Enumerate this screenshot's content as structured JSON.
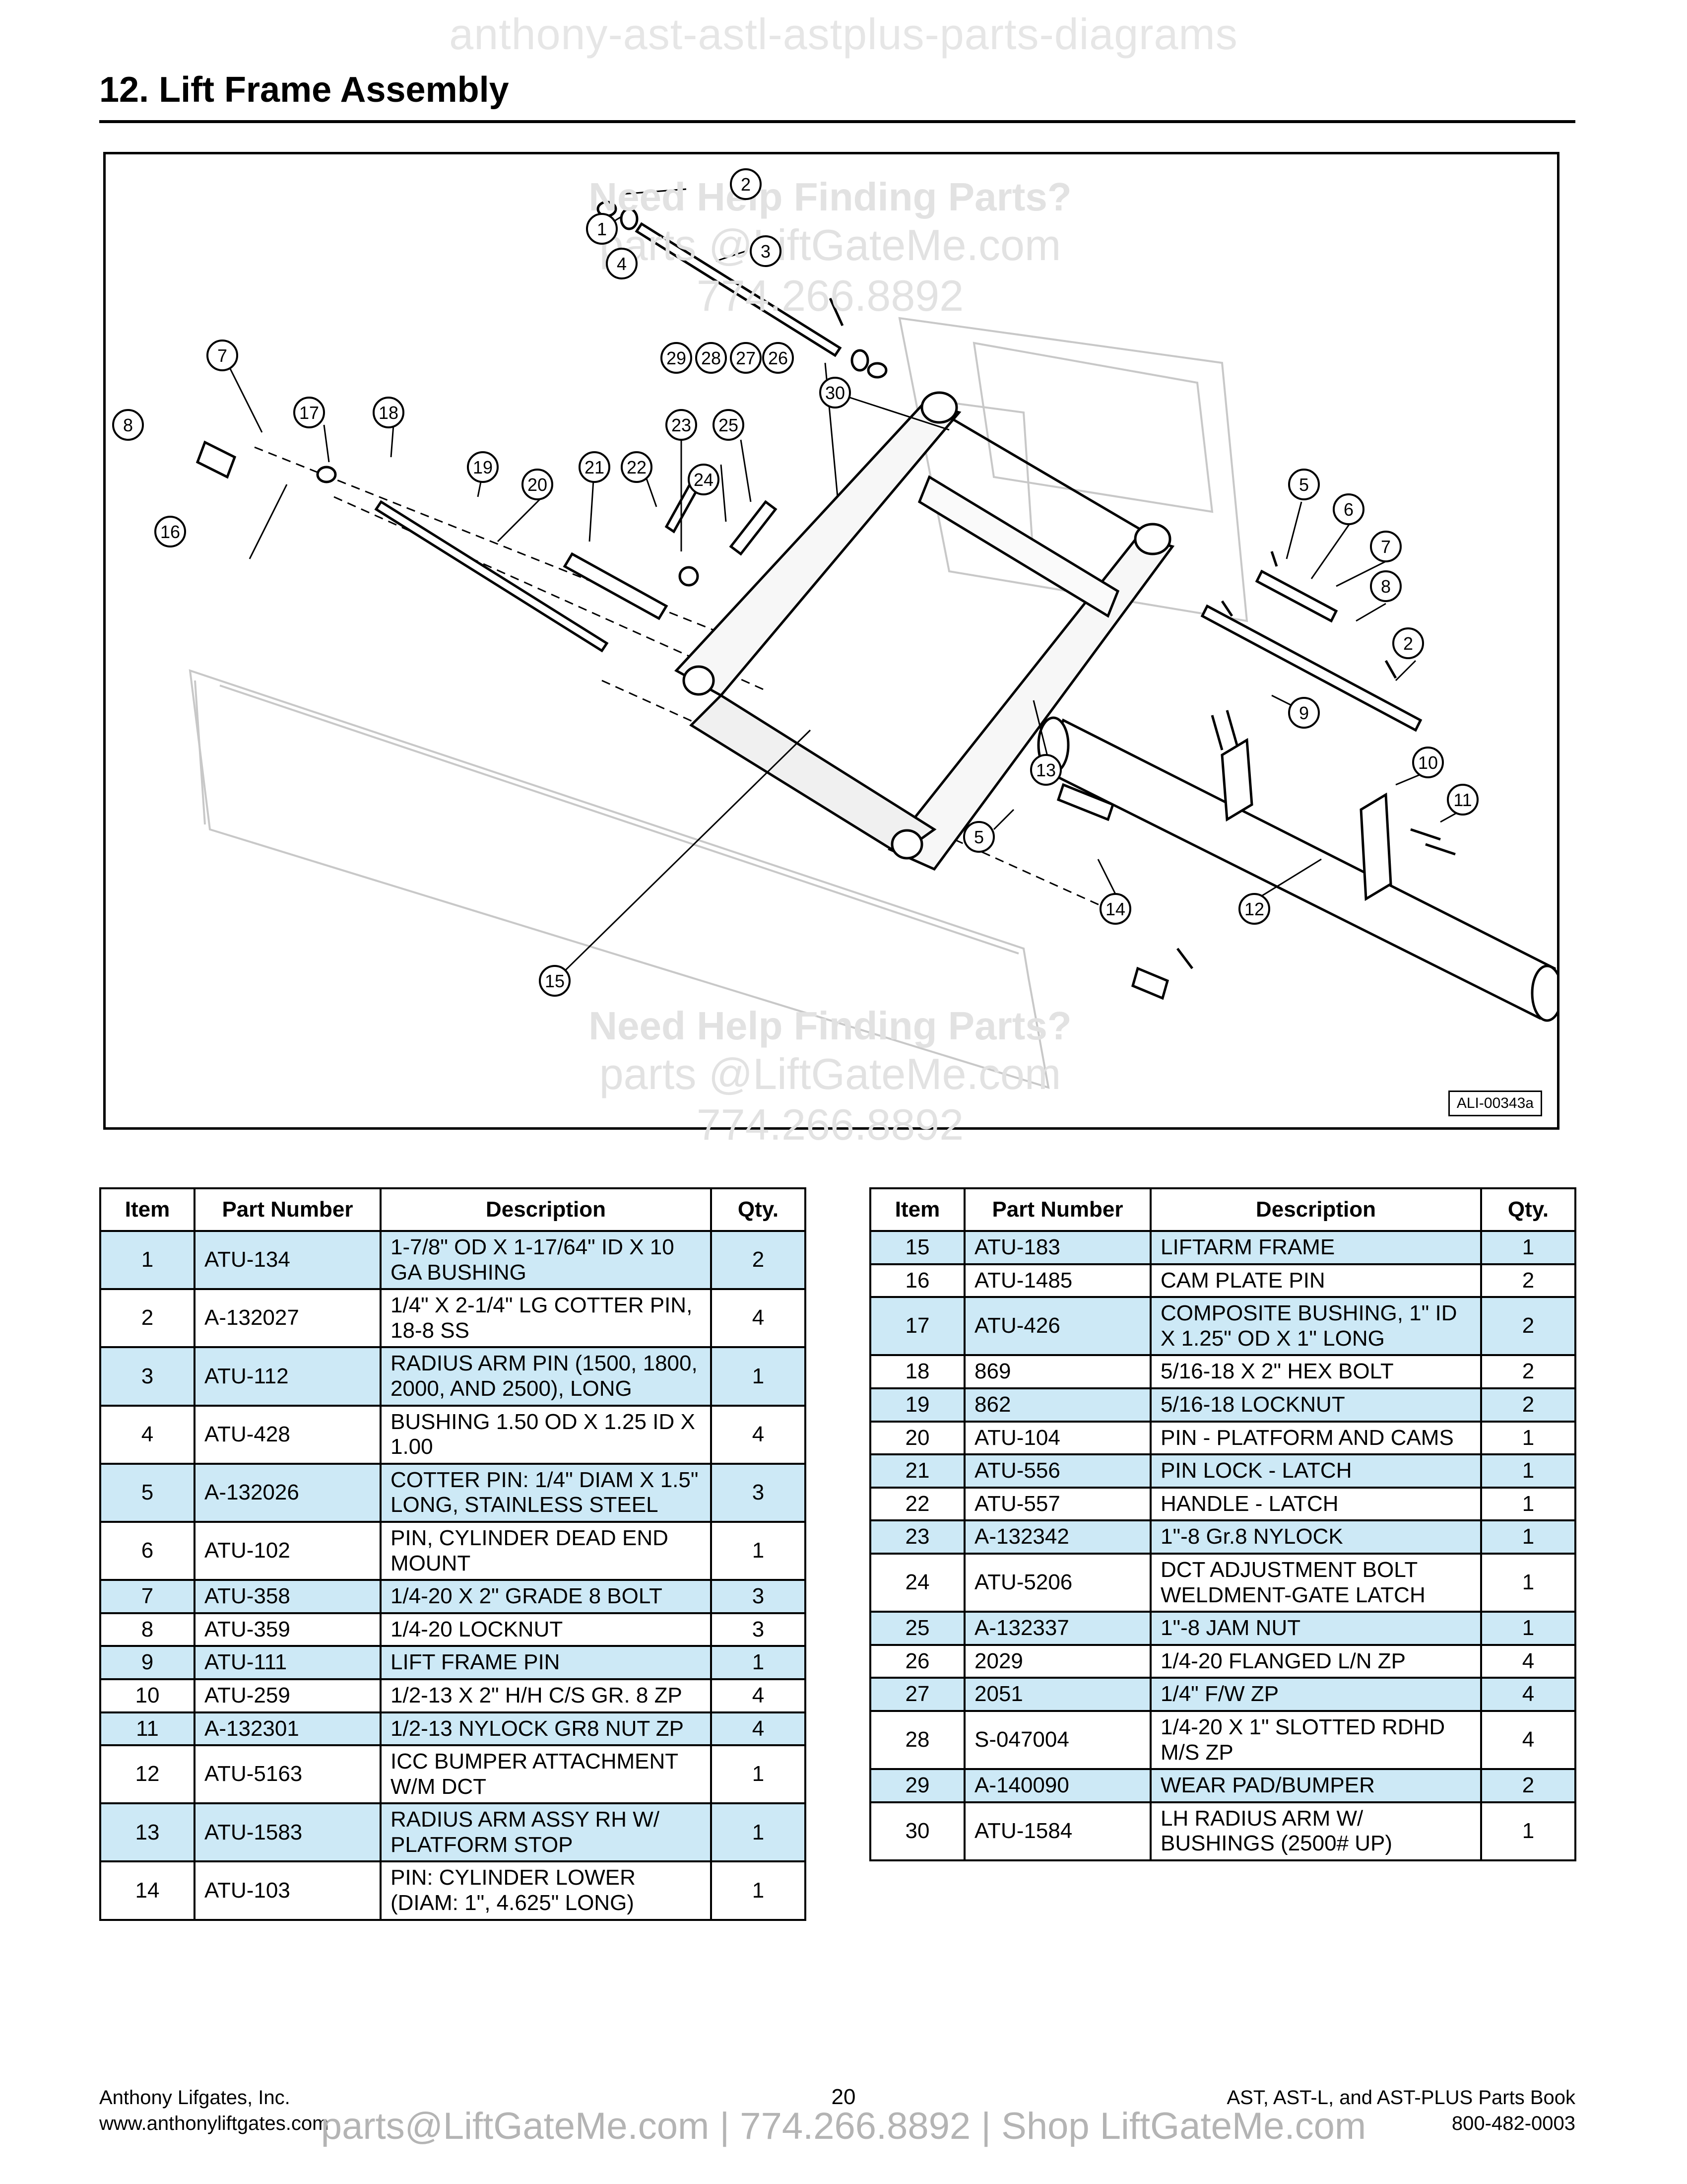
{
  "watermark_top": "anthony-ast-astl-astplus-parts-diagrams",
  "title": "12. Lift Frame Assembly",
  "diagram": {
    "id_label": "ALI-00343a",
    "watermark": {
      "line1": "Need Help Finding Parts?",
      "line2": "parts @LiftGateMe.com",
      "line3": "774.266.8892"
    },
    "callouts": [
      "1",
      "2",
      "3",
      "4",
      "7",
      "8",
      "16",
      "17",
      "18",
      "19",
      "20",
      "21",
      "22",
      "23",
      "24",
      "25",
      "29",
      "28",
      "27",
      "26",
      "30",
      "5",
      "6",
      "7",
      "8",
      "2",
      "9",
      "13",
      "10",
      "11",
      "5",
      "14",
      "12",
      "15"
    ]
  },
  "table_headers": {
    "item": "Item",
    "part": "Part Number",
    "desc": "Description",
    "qty": "Qty."
  },
  "left_table": [
    {
      "item": "1",
      "part": "ATU-134",
      "desc": "1-7/8\" OD X 1-17/64\" ID X 10 GA BUSHING",
      "qty": "2"
    },
    {
      "item": "2",
      "part": "A-132027",
      "desc": "1/4\" X 2-1/4\" LG COTTER PIN, 18-8 SS",
      "qty": "4"
    },
    {
      "item": "3",
      "part": "ATU-112",
      "desc": "RADIUS ARM PIN (1500, 1800, 2000, AND 2500), LONG",
      "qty": "1"
    },
    {
      "item": "4",
      "part": "ATU-428",
      "desc": "BUSHING 1.50 OD  X 1.25 ID X 1.00",
      "qty": "4"
    },
    {
      "item": "5",
      "part": "A-132026",
      "desc": "COTTER PIN: 1/4\" DIAM X 1.5\" LONG, STAINLESS STEEL",
      "qty": "3"
    },
    {
      "item": "6",
      "part": "ATU-102",
      "desc": "PIN, CYLINDER DEAD END MOUNT",
      "qty": "1"
    },
    {
      "item": "7",
      "part": "ATU-358",
      "desc": "1/4-20 X 2\" GRADE 8 BOLT",
      "qty": "3"
    },
    {
      "item": "8",
      "part": "ATU-359",
      "desc": "1/4-20 LOCKNUT",
      "qty": "3"
    },
    {
      "item": "9",
      "part": "ATU-111",
      "desc": "LIFT FRAME PIN",
      "qty": "1"
    },
    {
      "item": "10",
      "part": "ATU-259",
      "desc": "1/2-13 X 2\" H/H C/S GR. 8 ZP",
      "qty": "4"
    },
    {
      "item": "11",
      "part": "A-132301",
      "desc": "1/2-13 NYLOCK GR8 NUT ZP",
      "qty": "4"
    },
    {
      "item": "12",
      "part": "ATU-5163",
      "desc": "ICC BUMPER ATTACHMENT W/M DCT",
      "qty": "1"
    },
    {
      "item": "13",
      "part": "ATU-1583",
      "desc": "RADIUS ARM ASSY RH W/ PLATFORM STOP",
      "qty": "1"
    },
    {
      "item": "14",
      "part": "ATU-103",
      "desc": "PIN: CYLINDER LOWER (DIAM: 1\", 4.625\" LONG)",
      "qty": "1"
    }
  ],
  "right_table": [
    {
      "item": "15",
      "part": "ATU-183",
      "desc": "LIFTARM FRAME",
      "qty": "1"
    },
    {
      "item": "16",
      "part": "ATU-1485",
      "desc": "CAM PLATE PIN",
      "qty": "2"
    },
    {
      "item": "17",
      "part": "ATU-426",
      "desc": "COMPOSITE BUSHING, 1\" ID X 1.25\" OD X 1\" LONG",
      "qty": "2"
    },
    {
      "item": "18",
      "part": "869",
      "desc": "5/16-18 X 2\" HEX BOLT",
      "qty": "2"
    },
    {
      "item": "19",
      "part": "862",
      "desc": "5/16-18 LOCKNUT",
      "qty": "2"
    },
    {
      "item": "20",
      "part": "ATU-104",
      "desc": "PIN - PLATFORM AND CAMS",
      "qty": "1"
    },
    {
      "item": "21",
      "part": "ATU-556",
      "desc": "PIN LOCK - LATCH",
      "qty": "1"
    },
    {
      "item": "22",
      "part": "ATU-557",
      "desc": "HANDLE - LATCH",
      "qty": "1"
    },
    {
      "item": "23",
      "part": "A-132342",
      "desc": "1\"-8 Gr.8 NYLOCK",
      "qty": "1"
    },
    {
      "item": "24",
      "part": "ATU-5206",
      "desc": "DCT ADJUSTMENT BOLT WELDMENT-GATE LATCH",
      "qty": "1"
    },
    {
      "item": "25",
      "part": "A-132337",
      "desc": "1\"-8 JAM NUT",
      "qty": "1"
    },
    {
      "item": "26",
      "part": "2029",
      "desc": "1/4-20 FLANGED L/N ZP",
      "qty": "4"
    },
    {
      "item": "27",
      "part": "2051",
      "desc": "1/4\" F/W ZP",
      "qty": "4"
    },
    {
      "item": "28",
      "part": "S-047004",
      "desc": "1/4-20 X 1\" SLOTTED RDHD M/S ZP",
      "qty": "4"
    },
    {
      "item": "29",
      "part": "A-140090",
      "desc": "WEAR PAD/BUMPER",
      "qty": "2"
    },
    {
      "item": "30",
      "part": "ATU-1584",
      "desc": "LH RADIUS ARM W/ BUSHINGS (2500# UP)",
      "qty": "1"
    }
  ],
  "footer": {
    "company": "Anthony Lifgates, Inc.",
    "website": "www.anthonyliftgates.com",
    "page": "20",
    "book": "AST, AST-L, and AST-PLUS Parts Book",
    "phone": "800-482-0003",
    "banner": "parts@LiftGateMe.com | 774.266.8892 | Shop LiftGateMe.com"
  }
}
